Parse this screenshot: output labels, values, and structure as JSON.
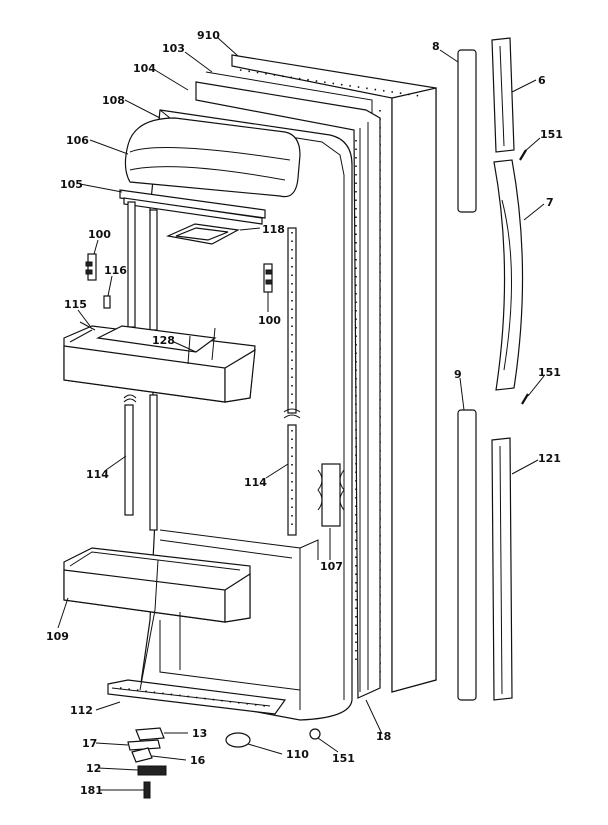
{
  "diagram": {
    "type": "exploded parts diagram",
    "labels": {
      "l910": "910",
      "l103": "103",
      "l104": "104",
      "l108": "108",
      "l106": "106",
      "l105": "105",
      "l100a": "100",
      "l116": "116",
      "l115": "115",
      "l118": "118",
      "l100b": "100",
      "l128": "128",
      "l114a": "114",
      "l114b": "114",
      "l107": "107",
      "l109": "109",
      "l112": "112",
      "l13": "13",
      "l17": "17",
      "l16": "16",
      "l12": "12",
      "l181": "181",
      "l110": "110",
      "l151c": "151",
      "l18": "18",
      "l8": "8",
      "l6": "6",
      "l151a": "151",
      "l7": "7",
      "l9": "9",
      "l151b": "151",
      "l121": "121"
    }
  }
}
